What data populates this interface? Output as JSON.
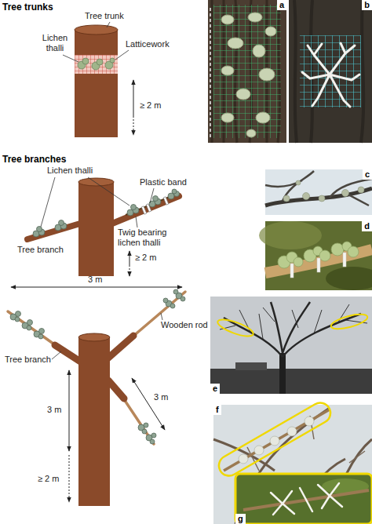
{
  "diagram": {
    "nodes": [
      {
        "text": [
          "a"
        ]
      },
      {
        "text": [
          "b"
        ]
      },
      {
        "text": [
          "c"
        ]
      },
      {
        "text": [
          "d"
        ]
      },
      {
        "text": [
          "e"
        ]
      },
      {
        "text": [
          "f"
        ]
      },
      {
        "text": [
          "g"
        ],
        "in": 5
      }
    ],
    "labels": [
      "Tree trunks",
      "Tree trunk",
      "Lichen thalli",
      "Latticework",
      "≥ 2 m",
      "Tree branches",
      "Lichen thalli",
      "Plastic band",
      "Tree branch",
      "Twig bearing lichen thalli",
      "≥ 2 m",
      "3 m",
      "Wooden rod",
      "3 m",
      "3 m",
      "Tree branch",
      "≥ 2 m"
    ]
  }
}
